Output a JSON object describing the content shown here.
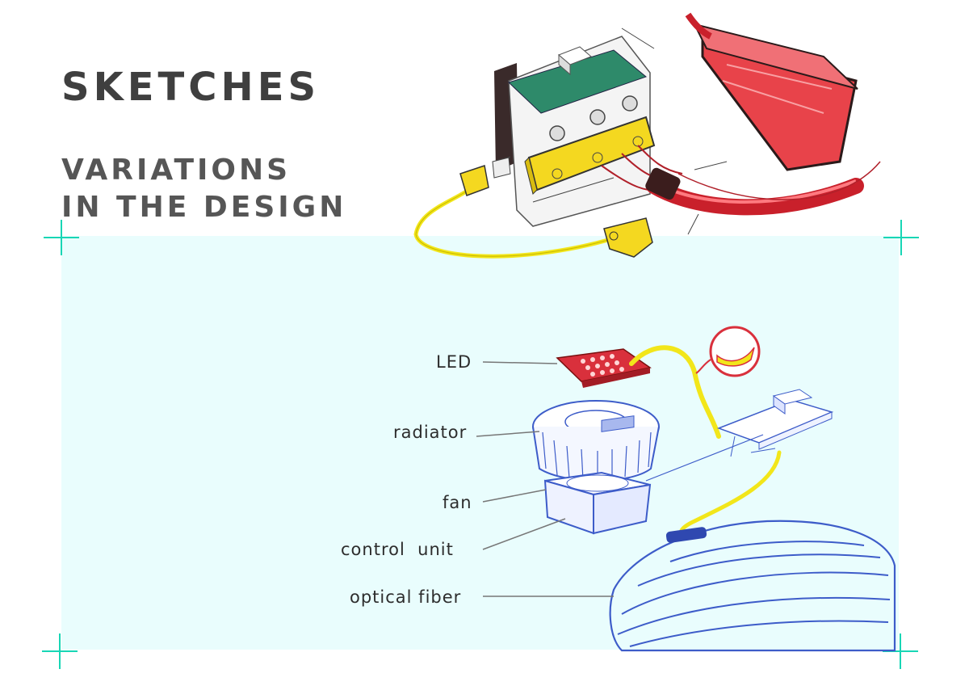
{
  "heading": {
    "title": "SKETCHES",
    "subtitle_line1": "VARIATIONS",
    "subtitle_line2": "IN THE DESIGN"
  },
  "labels": {
    "led": "LED",
    "radiator": "radiator",
    "fan": "fan",
    "control_unit": "control  unit",
    "optical_fiber": "optical fiber"
  },
  "colors": {
    "panel": "#e9fdfd",
    "crosshair": "#18d6b5",
    "sketch_blue": "#3d5cc9",
    "marker_yellow": "#f2e61a",
    "marker_red": "#d9303c"
  }
}
